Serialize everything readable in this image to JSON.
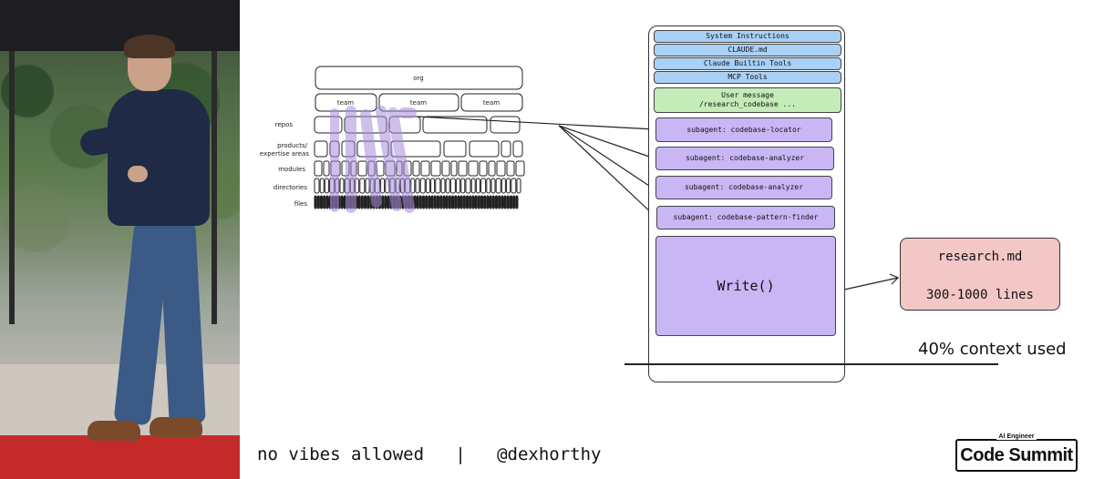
{
  "hierarchy": {
    "root_label": "org",
    "team_labels": [
      "team",
      "team",
      "team"
    ],
    "level_labels": {
      "repos": "repos",
      "products_line1": "products/",
      "products_line2": "expertise areas",
      "modules": "modules",
      "directories": "directories",
      "files": "files"
    }
  },
  "context_window": {
    "system_blocks": [
      "System Instructions",
      "CLAUDE.md",
      "Claude Builtin Tools",
      "MCP Tools"
    ],
    "user_message_line1": "User message",
    "user_message_line2": "/research_codebase ...",
    "subagents": [
      "subagent: codebase-locator",
      "subagent: codebase-analyzer",
      "subagent: codebase-analyzer",
      "subagent: codebase-pattern-finder"
    ],
    "write_label": "Write()"
  },
  "output": {
    "filename": "research.md",
    "lines": "300-1000 lines"
  },
  "context_used": "40% context used",
  "footer": {
    "text": "no vibes allowed   |   @dexhorthy"
  },
  "logo": {
    "small": "AI Engineer",
    "big": "Code Summit"
  },
  "colors": {
    "system_blue": "#a9d0f5",
    "user_green": "#c3ecb9",
    "agent_purple": "#c9b6f5",
    "output_pink": "#f4c7c7",
    "highlight_purple": "#a78bdc"
  }
}
